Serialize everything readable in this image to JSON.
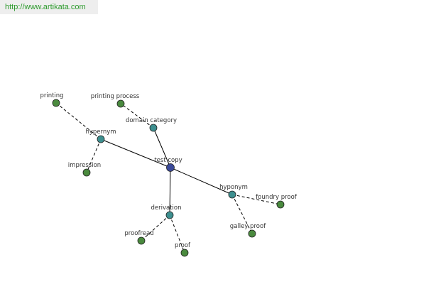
{
  "site_link": "http://www.artikata.com",
  "colors": {
    "center_node": "#3b4a9a",
    "relation_node": "#3d8f8f",
    "leaf_node": "#4a8a3e",
    "node_stroke": "#222222",
    "edge": "#000000"
  },
  "graph": {
    "nodes": [
      {
        "id": "test-copy",
        "label": "test copy",
        "kind": "center"
      },
      {
        "id": "hypernym",
        "label": "hypernym",
        "kind": "relation"
      },
      {
        "id": "domain-category",
        "label": "domain category",
        "kind": "relation"
      },
      {
        "id": "hyponym",
        "label": "hyponym",
        "kind": "relation"
      },
      {
        "id": "derivation",
        "label": "derivation",
        "kind": "relation"
      },
      {
        "id": "printing",
        "label": "printing",
        "kind": "leaf"
      },
      {
        "id": "printing-process",
        "label": "printing process",
        "kind": "leaf"
      },
      {
        "id": "impression",
        "label": "impression",
        "kind": "leaf"
      },
      {
        "id": "foundry-proof",
        "label": "foundry proof",
        "kind": "leaf"
      },
      {
        "id": "galley-proof",
        "label": "galley proof",
        "kind": "leaf"
      },
      {
        "id": "proofread",
        "label": "proofread",
        "kind": "leaf"
      },
      {
        "id": "proof",
        "label": "proof",
        "kind": "leaf"
      }
    ],
    "edges": [
      {
        "from": "test-copy",
        "to": "hypernym",
        "style": "solid"
      },
      {
        "from": "test-copy",
        "to": "domain-category",
        "style": "solid"
      },
      {
        "from": "test-copy",
        "to": "hyponym",
        "style": "solid"
      },
      {
        "from": "test-copy",
        "to": "derivation",
        "style": "solid"
      },
      {
        "from": "hypernym",
        "to": "printing",
        "style": "dashed"
      },
      {
        "from": "hypernym",
        "to": "impression",
        "style": "dashed"
      },
      {
        "from": "domain-category",
        "to": "printing-process",
        "style": "dashed"
      },
      {
        "from": "hyponym",
        "to": "foundry-proof",
        "style": "dashed"
      },
      {
        "from": "hyponym",
        "to": "galley-proof",
        "style": "dashed"
      },
      {
        "from": "derivation",
        "to": "proofread",
        "style": "dashed"
      },
      {
        "from": "derivation",
        "to": "proof",
        "style": "dashed"
      }
    ]
  }
}
